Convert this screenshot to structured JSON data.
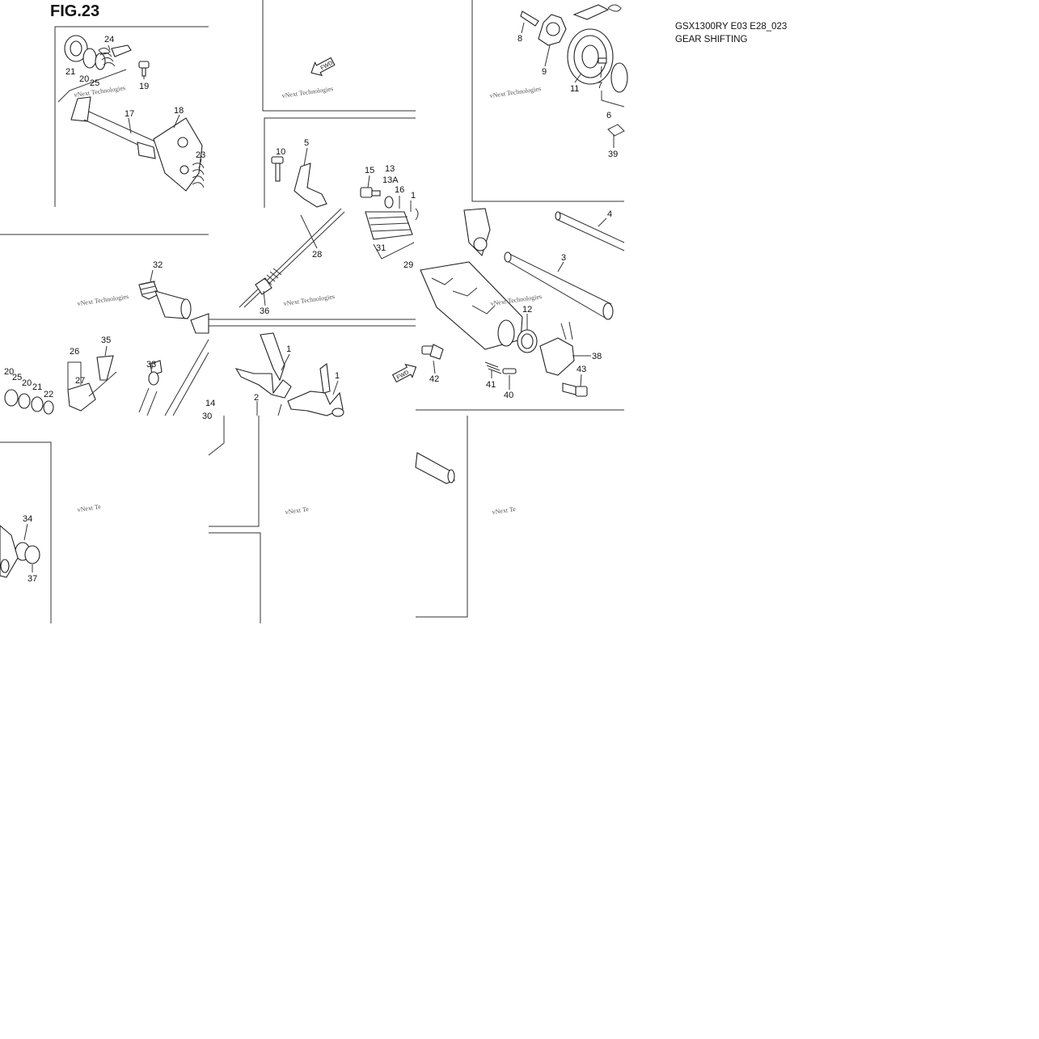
{
  "figure": {
    "title": "FIG.23",
    "model_code": "GSX1300RY E03 E28_023",
    "section": "GEAR SHIFTING"
  },
  "watermark": "vNext Technologies",
  "watermark_fragment": "vNext Te",
  "fwd_label": "FWD",
  "callouts": {
    "c1": "1",
    "c2": "2",
    "c3": "3",
    "c4": "4",
    "c5": "5",
    "c6": "6",
    "c7": "7",
    "c8": "8",
    "c9": "9",
    "c10": "10",
    "c11": "11",
    "c12": "12",
    "c13": "13",
    "c13a": "13A",
    "c14": "14",
    "c15": "15",
    "c16": "16",
    "c17": "17",
    "c18": "18",
    "c19": "19",
    "c20": "20",
    "c21": "21",
    "c22": "22",
    "c23": "23",
    "c24": "24",
    "c25": "25",
    "c26": "26",
    "c27": "27",
    "c28": "28",
    "c29": "29",
    "c30": "30",
    "c31": "31",
    "c32": "32",
    "c33": "33",
    "c34": "34",
    "c35": "35",
    "c36": "36",
    "c37": "37",
    "c38": "38",
    "c39": "39",
    "c40": "40",
    "c41": "41",
    "c42": "42",
    "c43": "43"
  }
}
